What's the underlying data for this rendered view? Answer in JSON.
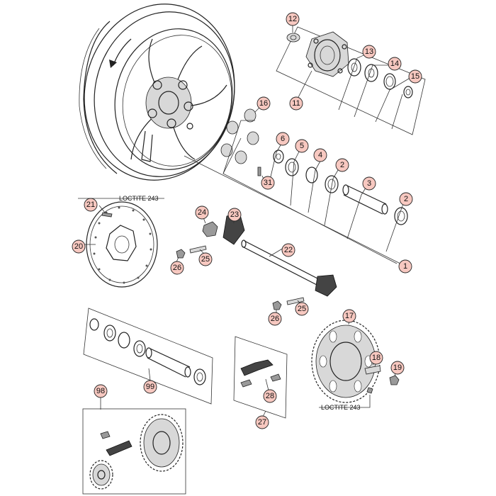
{
  "diagram": {
    "callouts": [
      {
        "id": "c1",
        "label": "1"
      },
      {
        "id": "c2a",
        "label": "2"
      },
      {
        "id": "c2b",
        "label": "2"
      },
      {
        "id": "c3",
        "label": "3"
      },
      {
        "id": "c4",
        "label": "4"
      },
      {
        "id": "c5",
        "label": "5"
      },
      {
        "id": "c6",
        "label": "6"
      },
      {
        "id": "c11",
        "label": "11"
      },
      {
        "id": "c12",
        "label": "12"
      },
      {
        "id": "c13",
        "label": "13"
      },
      {
        "id": "c14",
        "label": "14"
      },
      {
        "id": "c15",
        "label": "15"
      },
      {
        "id": "c16",
        "label": "16"
      },
      {
        "id": "c17",
        "label": "17"
      },
      {
        "id": "c18",
        "label": "18"
      },
      {
        "id": "c19",
        "label": "19"
      },
      {
        "id": "c20",
        "label": "20"
      },
      {
        "id": "c21",
        "label": "21"
      },
      {
        "id": "c22",
        "label": "22"
      },
      {
        "id": "c23",
        "label": "23"
      },
      {
        "id": "c24",
        "label": "24"
      },
      {
        "id": "c25a",
        "label": "25"
      },
      {
        "id": "c25b",
        "label": "25"
      },
      {
        "id": "c26a",
        "label": "26"
      },
      {
        "id": "c26b",
        "label": "26"
      },
      {
        "id": "c27",
        "label": "27"
      },
      {
        "id": "c28",
        "label": "28"
      },
      {
        "id": "c31",
        "label": "31"
      },
      {
        "id": "c98",
        "label": "98"
      },
      {
        "id": "c99",
        "label": "99"
      }
    ],
    "notes": {
      "loctite_disc": "LOCTITE 243",
      "loctite_sprocket": "LOCTITE 243"
    }
  }
}
